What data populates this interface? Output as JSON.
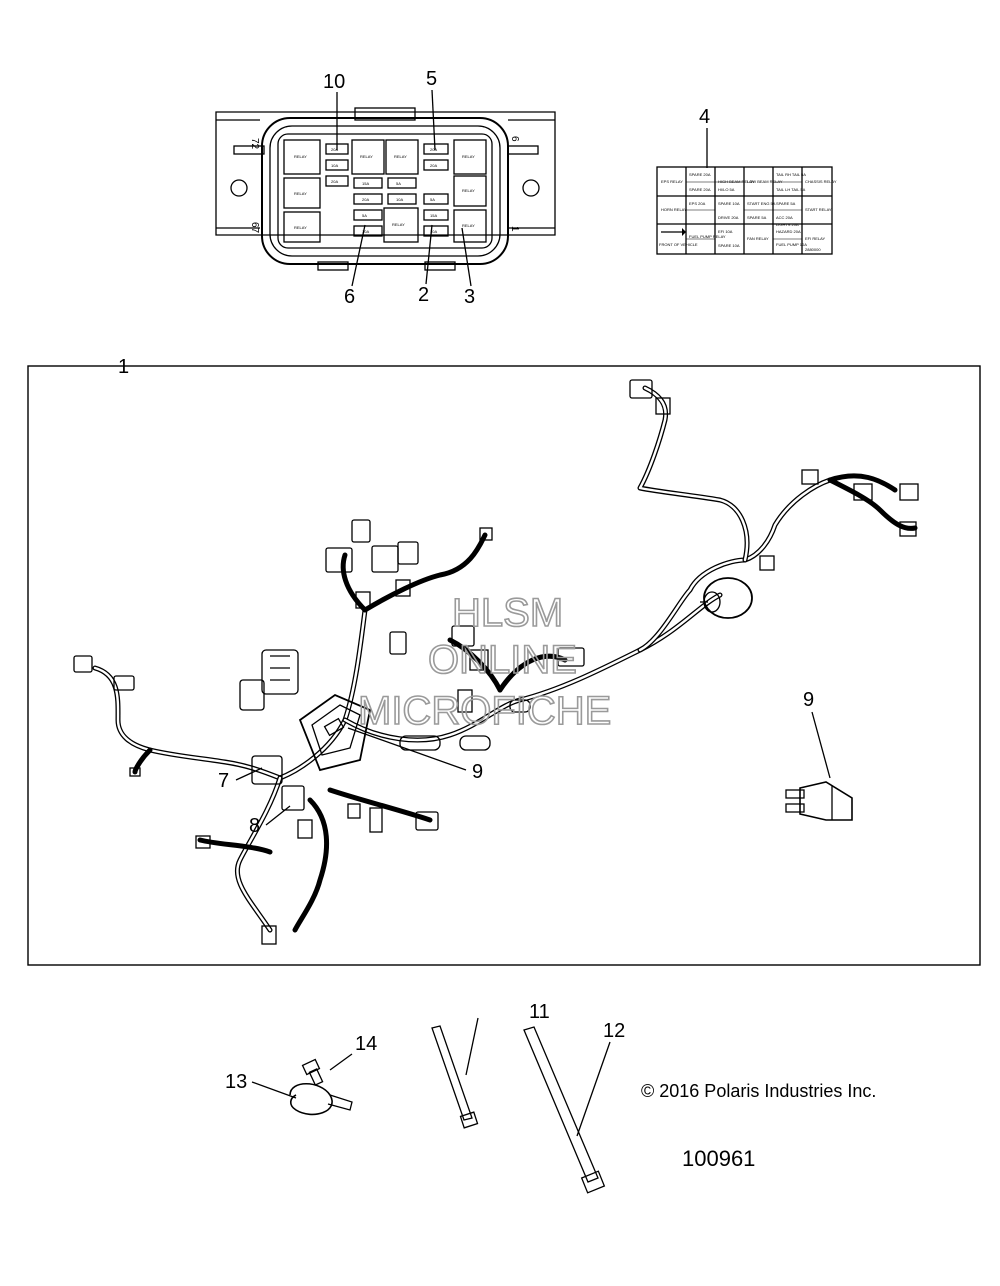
{
  "callouts": {
    "c1": "1",
    "c2": "2",
    "c3": "3",
    "c4": "4",
    "c5": "5",
    "c6": "6",
    "c7": "7",
    "c8": "8",
    "c9a": "9",
    "c9b": "9",
    "c10": "10",
    "c11": "11",
    "c12": "12",
    "c13": "13",
    "c14": "14"
  },
  "fusebox": {
    "side_labels": {
      "tl": "72",
      "bl": "67",
      "tr": "6",
      "br": "1"
    },
    "relay_label": "RELAY",
    "fuse_labels": [
      "20A",
      "10A",
      "20A",
      "15A",
      "20A",
      "5A",
      "10A",
      "5A",
      "10A",
      "20A",
      "20A",
      "5A",
      "15A",
      "10A"
    ]
  },
  "decal": {
    "cells": [
      "EPS RELAY",
      "SPARE 20A",
      "HIGH BEAM RELAY",
      "LOW BEAM RELAY",
      "TAIL RH TAIL 5A",
      "CHASSIS RELAY",
      "SPARE 20A",
      "HI/LO 5A",
      "TAIL LH TAIL 5A",
      "HORN RELAY",
      "EPS 20A",
      "SPARE 10A",
      "START ENG 5A",
      "SPARE 5A",
      "START RELAY",
      "DRIVE 20A",
      "SPARE 5A",
      "ACC 20A",
      "LIGHTS 20A",
      "FUEL PUMP RELAY",
      "EFI 10A",
      "SPARE 10A",
      "FAN RELAY",
      "HAZARD 20A",
      "EFI RELAY",
      "FUEL PUMP 10A"
    ],
    "arrow_label": "FRONT OF VEHICLE",
    "decal_number": "2880000"
  },
  "watermark": {
    "line1": "HLSM",
    "line2": "ONLINE",
    "line3": "MICROFICHE"
  },
  "footer": {
    "copyright": "© 2016 Polaris Industries Inc.",
    "part_number": "100961"
  }
}
